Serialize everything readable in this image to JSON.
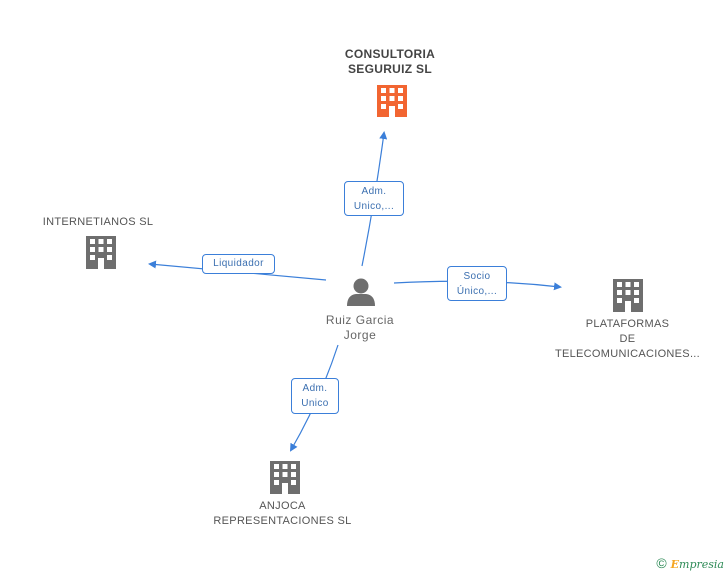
{
  "colors": {
    "edge": "#3b7fd9",
    "building_gray": "#6e6e6e",
    "building_accent": "#f26531",
    "person": "#6e6e6e"
  },
  "center": {
    "name_line1": "Ruiz Garcia",
    "name_line2": "Jorge",
    "icon": "person-icon"
  },
  "nodes": {
    "consultoria": {
      "line1": "CONSULTORIA",
      "line2": "SEGURUIZ SL",
      "icon": "building-icon"
    },
    "internetianos": {
      "line1": "INTERNETIANOS SL",
      "icon": "building-icon"
    },
    "plataformas": {
      "line1": "PLATAFORMAS",
      "line2": "DE",
      "line3": "TELECOMUNICACIONES...",
      "icon": "building-icon"
    },
    "anjoca": {
      "line1": "ANJOCA",
      "line2": "REPRESENTACIONES SL",
      "icon": "building-icon"
    }
  },
  "edges": {
    "consultoria": {
      "line1": "Adm.",
      "line2": "Unico,..."
    },
    "internetianos": {
      "line1": "Liquidador"
    },
    "plataformas": {
      "line1": "Socio",
      "line2": "Único,..."
    },
    "anjoca": {
      "line1": "Adm.",
      "line2": "Unico"
    }
  },
  "footer": {
    "copyright": "©",
    "brand_initial": "E",
    "brand_rest": "mpresia"
  }
}
